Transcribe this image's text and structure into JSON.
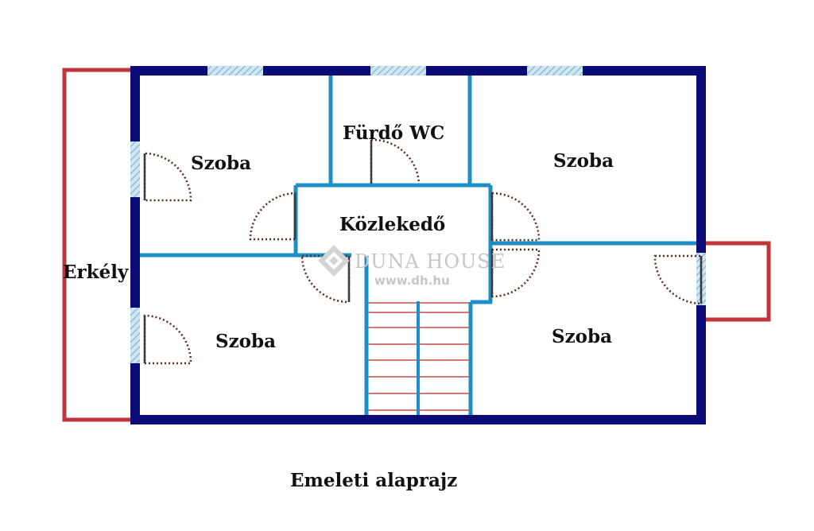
{
  "rooms": {
    "szoba_top_left": "Szoba",
    "furdo_wc": "Fürdő WC",
    "szoba_top_right": "Szoba",
    "kozlekedo": "Közlekedő",
    "erkely": "Erkély",
    "szoba_bottom_left": "Szoba",
    "szoba_bottom_right": "Szoba"
  },
  "watermark": {
    "brand": "DUNA HOUSE",
    "url": "www.dh.hu"
  },
  "caption": "Emeleti alaprajz",
  "colors": {
    "outer_wall": "#0b0b78",
    "inner_wall": "#1e8fc6",
    "balcony": "#c0353a",
    "stairs": "#c84a4a",
    "door_swing": "#5a2d1e",
    "window_fill": "#a9d3ea"
  }
}
